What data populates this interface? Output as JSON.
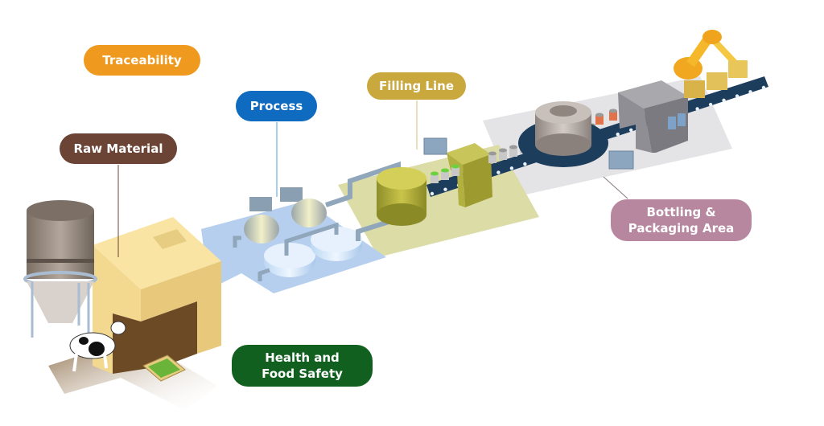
{
  "title": "Food & Beverage Production Line",
  "labels": {
    "traceability": {
      "text": "Traceability",
      "color": "#EF9A1E"
    },
    "raw_material": {
      "text": "Raw Material",
      "color": "#6B4436"
    },
    "process": {
      "text": "Process",
      "color": "#0F6BBF"
    },
    "filling_line": {
      "text": "Filling Line",
      "color": "#C9A83E"
    },
    "bottling": {
      "line1": "Bottling &",
      "line2": "Packaging Area",
      "color": "#B7869F"
    },
    "health": {
      "line1": "Health and",
      "line2": "Food Safety",
      "color": "#12601F"
    }
  },
  "zones": {
    "raw_material": {
      "color": "#F7DE97"
    },
    "process": {
      "color": "#B6CFEE"
    },
    "filling": {
      "color": "#DDDDA8"
    },
    "bottling": {
      "color": "#E4E4E6"
    }
  },
  "stages": [
    "Raw Material",
    "Process",
    "Filling Line",
    "Bottling & Packaging Area"
  ],
  "icons": [
    "silo",
    "warehouse",
    "cow",
    "vegetable-crate",
    "motor-tank",
    "mixing-tank",
    "filling-tank",
    "filling-machine",
    "conveyor",
    "rotary-filler",
    "packaging-machine",
    "robot-arm",
    "boxes",
    "control-panel"
  ]
}
